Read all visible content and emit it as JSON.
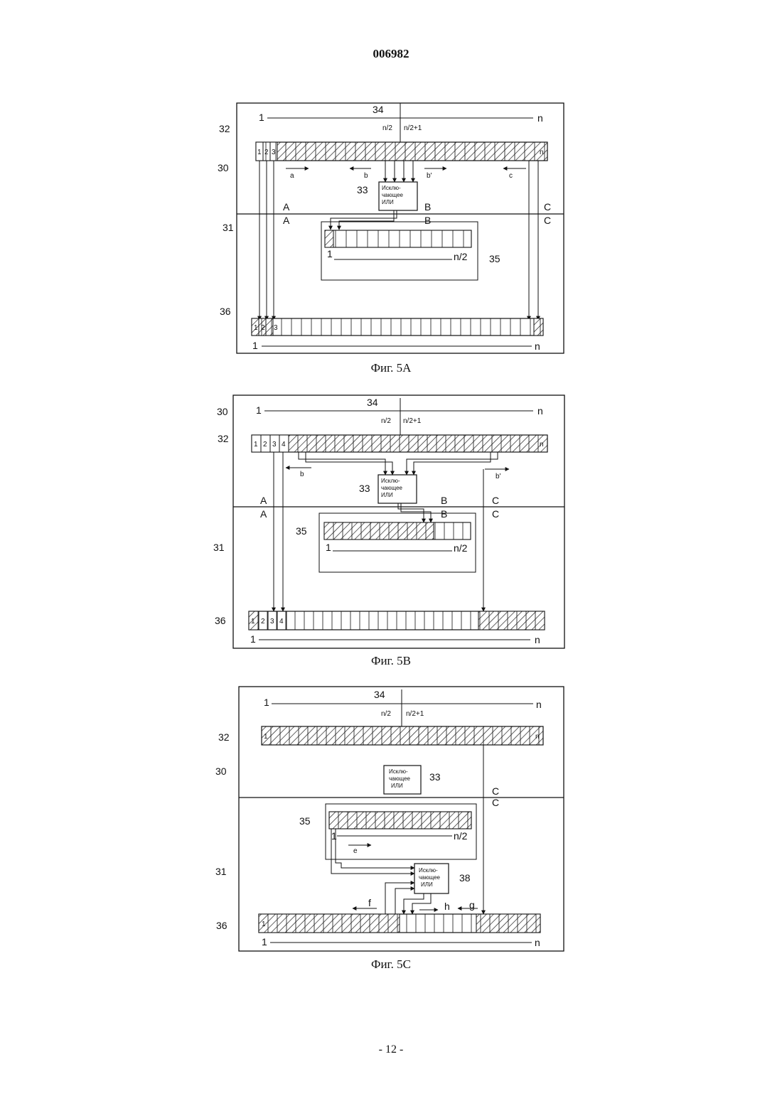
{
  "document_number": "006982",
  "page_number": "- 12 -",
  "xor_label": [
    "Исклю-",
    "чающее",
    "ИЛИ"
  ],
  "figures": [
    {
      "caption": "Фиг. 5A",
      "labels": {
        "l30": "30",
        "l31": "31",
        "l32": "32",
        "l33": "33",
        "l34": "34",
        "l35": "35",
        "l36": "36",
        "n2": "n/2",
        "n2p1": "n/2+1",
        "a": "a",
        "b": "b",
        "bp": "b'",
        "c": "c",
        "A": "A",
        "B": "B",
        "C": "C",
        "one": "1",
        "n": "n",
        "half": "n/2",
        "c1": "1",
        "c2": "2",
        "c3": "3",
        "cn": "n"
      }
    },
    {
      "caption": "Фиг. 5B",
      "labels": {
        "l30": "30",
        "l31": "31",
        "l32": "32",
        "l33": "33",
        "l34": "34",
        "l35": "35",
        "l36": "36",
        "n2": "n/2",
        "n2p1": "n/2+1",
        "b": "b",
        "bp": "b'",
        "A": "A",
        "B": "B",
        "C": "C",
        "one": "1",
        "n": "n",
        "half": "n/2",
        "c1": "1",
        "c2": "2",
        "c3": "3",
        "c4": "4",
        "cn": "n"
      }
    },
    {
      "caption": "Фиг. 5C",
      "labels": {
        "l30": "30",
        "l31": "31",
        "l32": "32",
        "l33": "33",
        "l34": "34",
        "l35": "35",
        "l36": "36",
        "l38": "38",
        "n2": "n/2",
        "n2p1": "n/2+1",
        "e": "e",
        "f": "f",
        "g": "g",
        "h": "h",
        "C": "C",
        "one": "1",
        "n": "n",
        "half": "n/2",
        "c1": "1",
        "cn": "n"
      }
    }
  ]
}
